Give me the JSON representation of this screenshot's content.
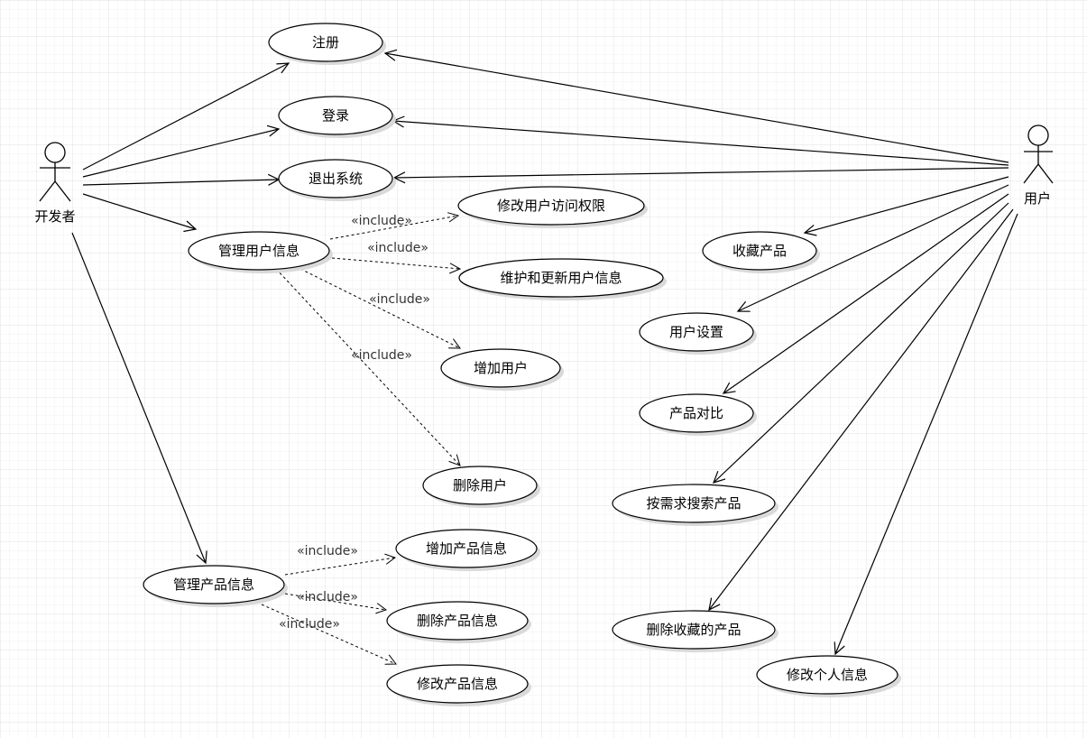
{
  "colors": {
    "grid_minor": "#f0f0f0",
    "grid_major": "#e2e2e2",
    "stroke": "#000000",
    "shadow": "#d9d9d9",
    "fill": "#ffffff"
  },
  "actors": {
    "developer": {
      "label": "开发者"
    },
    "user": {
      "label": "用户"
    }
  },
  "stereotype": "«include»",
  "use_cases": {
    "register": "注册",
    "login": "登录",
    "logout": "退出系统",
    "manage_user_info": "管理用户信息",
    "modify_user_access": "修改用户访问权限",
    "maintain_user_info": "维护和更新用户信息",
    "add_user": "增加用户",
    "delete_user": "删除用户",
    "manage_product_info": "管理产品信息",
    "add_product_info": "增加产品信息",
    "delete_product_info": "删除产品信息",
    "modify_product_info": "修改产品信息",
    "favorite_product": "收藏产品",
    "user_settings": "用户设置",
    "compare_products": "产品对比",
    "search_products": "按需求搜索产品",
    "delete_favorite": "删除收藏的产品",
    "modify_personal_info": "修改个人信息"
  }
}
